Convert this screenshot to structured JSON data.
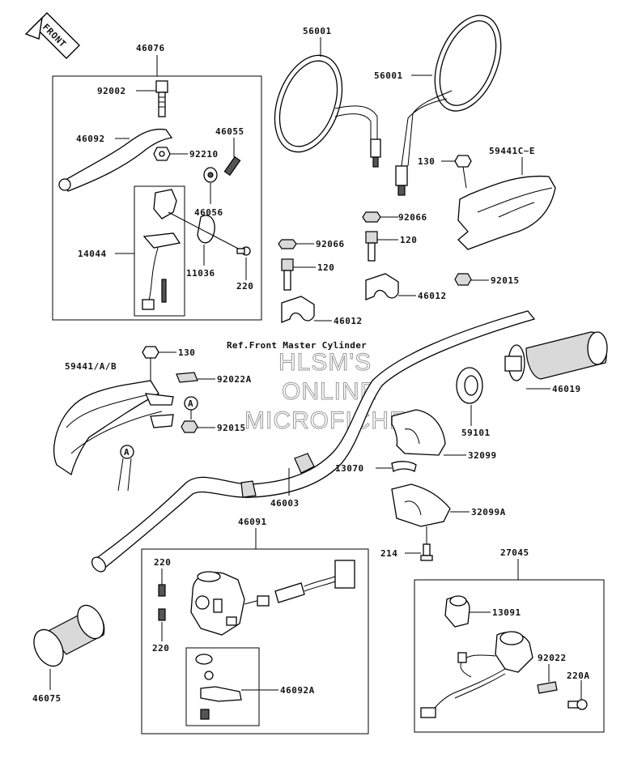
{
  "front_marker": "FRONT",
  "reference_note": "Ref.Front Master Cylinder",
  "watermark": [
    "HLSM'S",
    "ONLINE",
    "MICROFICHE"
  ],
  "callouts": {
    "c46076": "46076",
    "c92002": "92002",
    "c46092": "46092",
    "c92210": "92210",
    "c46055": "46055",
    "c46056": "46056",
    "c14044": "14044",
    "c11036": "11036",
    "c220a": "220",
    "c56001a": "56001",
    "c56001b": "56001",
    "c130a": "130",
    "c59441ce": "59441C~E",
    "c92066a": "92066",
    "c120a": "120",
    "c92066b": "92066",
    "c120b": "120",
    "c92015a": "92015",
    "c46012a": "46012",
    "c46012b": "46012",
    "c130b": "130",
    "c59441ab": "59441/A/B",
    "c92022a": "92022A",
    "c92015b": "92015",
    "c46019": "46019",
    "c59101": "59101",
    "c32099": "32099",
    "c13070": "13070",
    "c46003": "46003",
    "c32099a": "32099A",
    "c214": "214",
    "c46091": "46091",
    "c27045": "27045",
    "c220b": "220",
    "c220c": "220",
    "c13091": "13091",
    "c92022": "92022",
    "c220A": "220A",
    "c46092a": "46092A",
    "c46075": "46075"
  },
  "markers": {
    "a1": "A",
    "a2": "A"
  }
}
